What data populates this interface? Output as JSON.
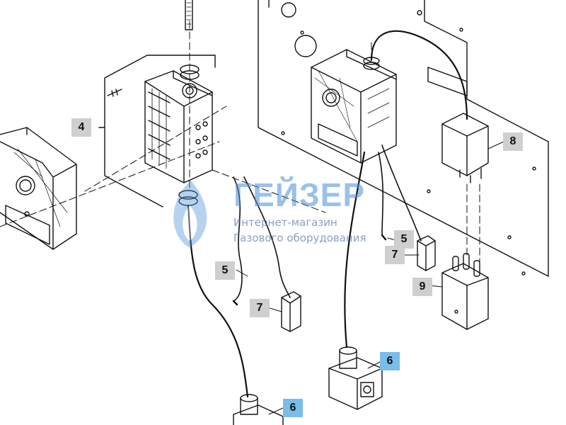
{
  "watermark": {
    "title": "ГЕЙЗЕР",
    "line1": "Интернет-магазин",
    "line2": "Газового оборудования",
    "color": "#4a90d9"
  },
  "callouts": {
    "c4": "4",
    "c5a": "5",
    "c5b": "5",
    "c6a": "6",
    "c6b": "6",
    "c7a": "7",
    "c7b": "7",
    "c8": "8",
    "c9": "9"
  },
  "colors": {
    "callout_gray": "#cfcfcf",
    "callout_blue": "#79bde9",
    "line": "#111111"
  }
}
